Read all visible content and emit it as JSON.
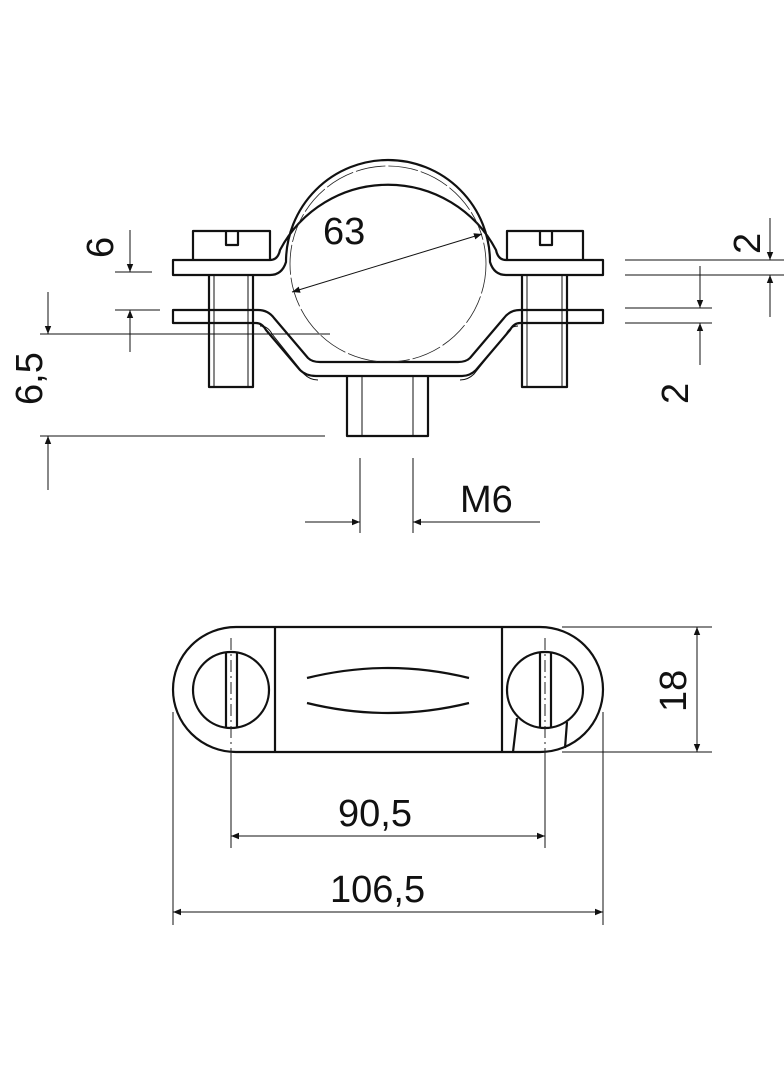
{
  "dimensions": {
    "pipe_diameter": "63",
    "plate_gap": "6",
    "nut_height": "6,5",
    "thread": "M6",
    "plate_thickness_top": "2",
    "plate_thickness_bottom": "2",
    "width": "18",
    "hole_spacing": "90,5",
    "overall_length": "106,5"
  },
  "colors": {
    "line": "#111111",
    "background": "#ffffff"
  }
}
